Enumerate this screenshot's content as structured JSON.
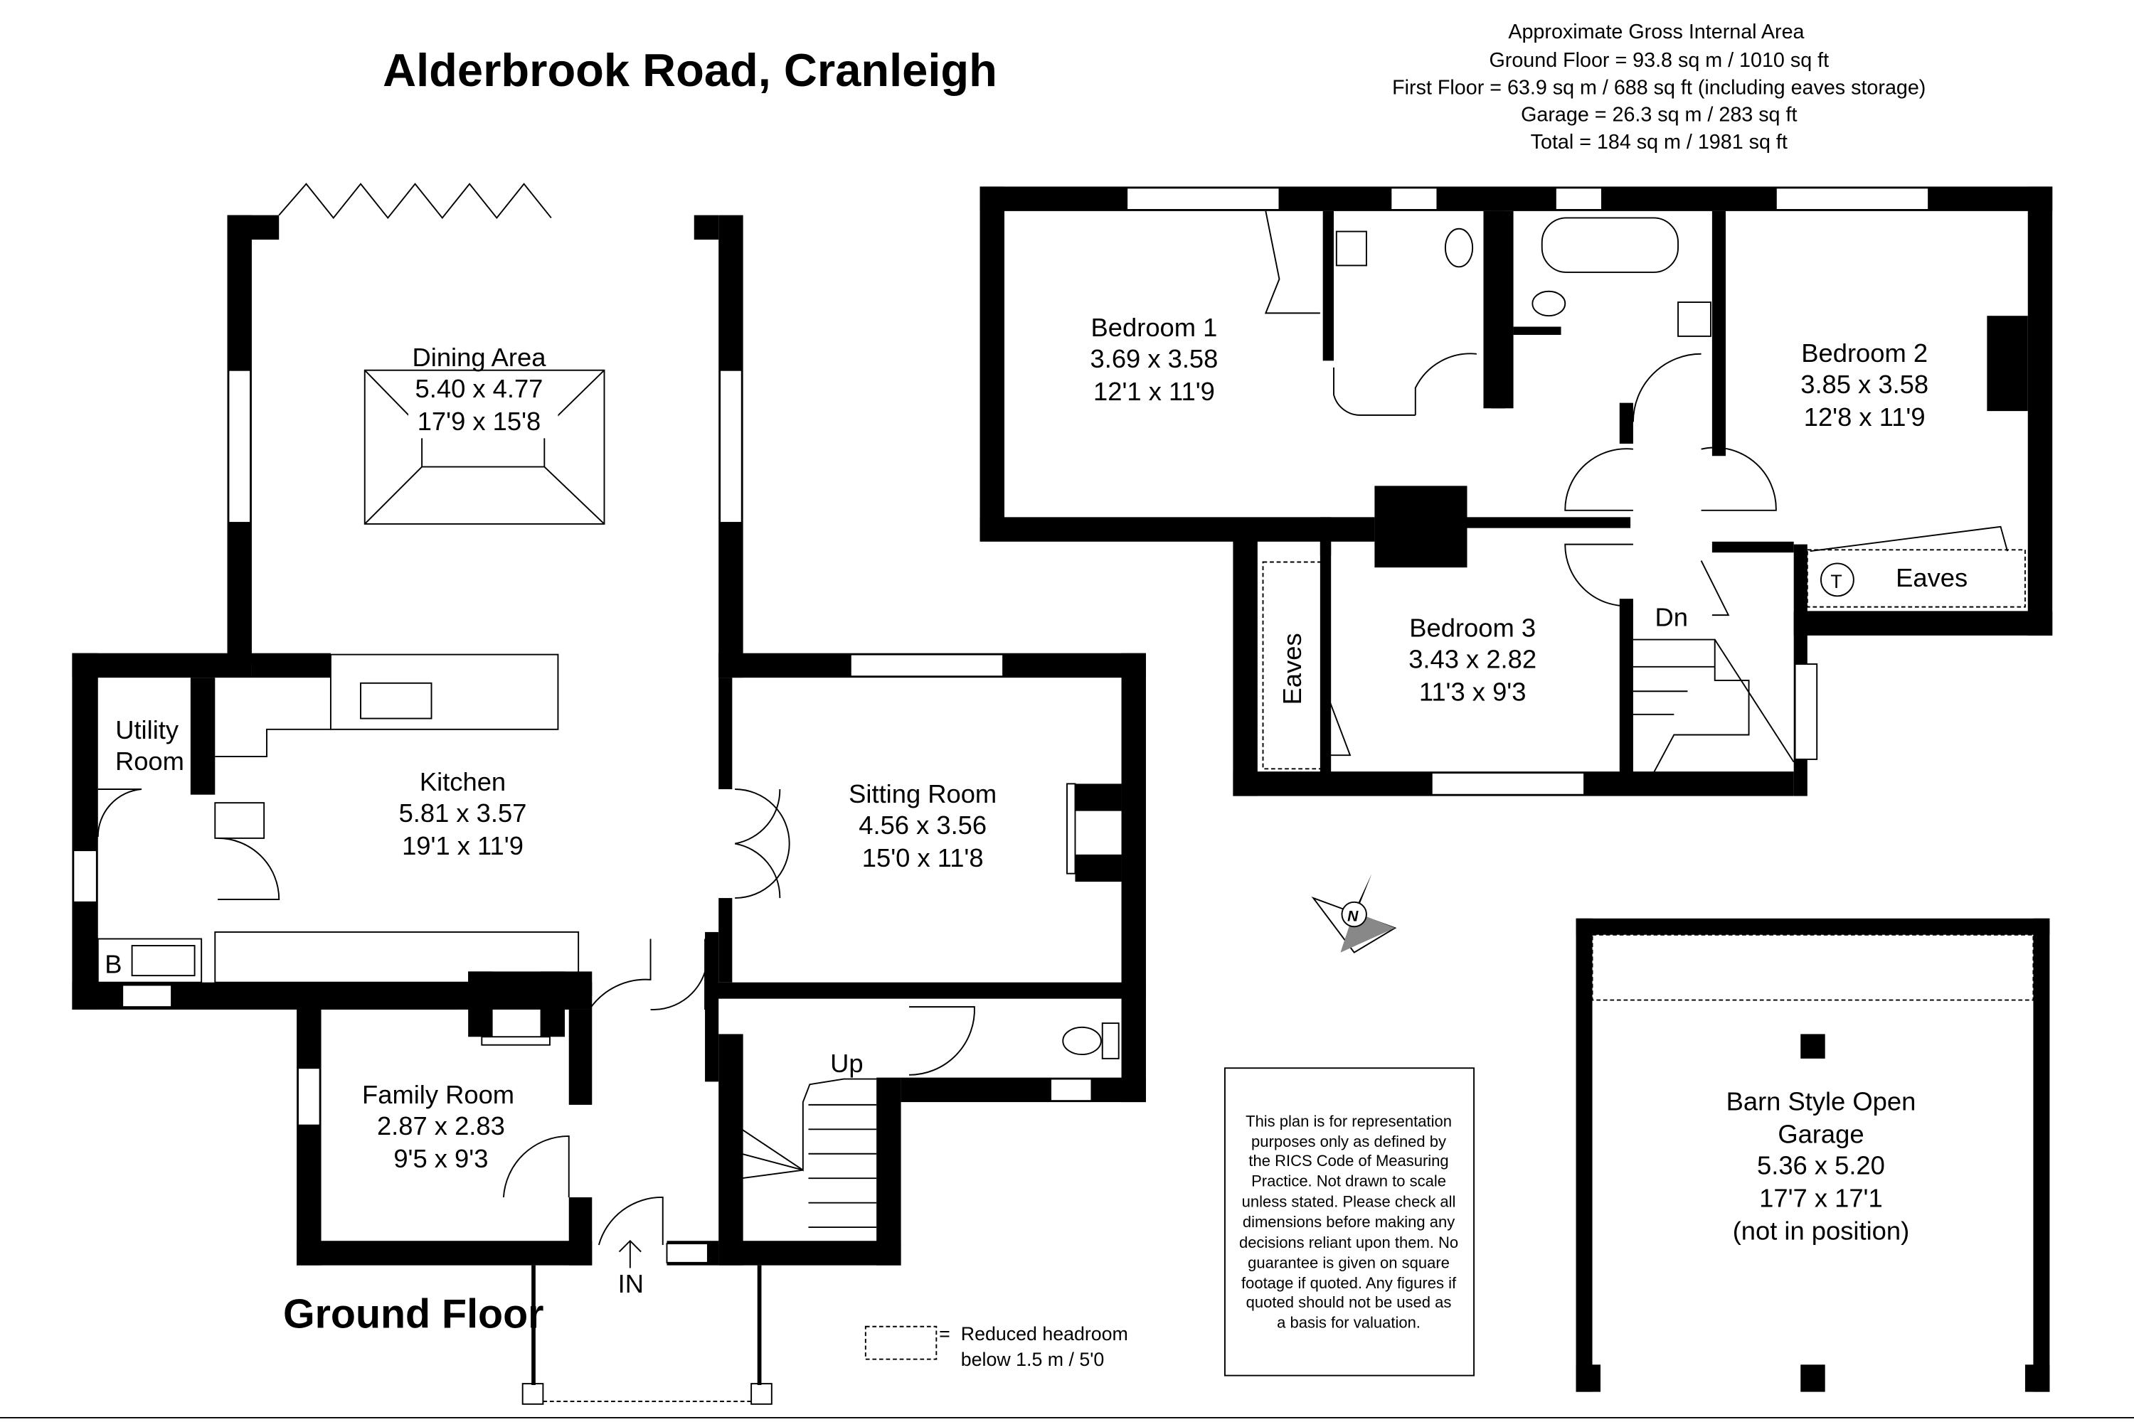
{
  "title": "Alderbrook Road, Cranleigh",
  "area_summary": {
    "heading": "Approximate Gross Internal Area",
    "lines": [
      "Ground Floor = 93.8 sq m / 1010 sq ft",
      "First Floor = 63.9 sq m / 688 sq ft (including eaves storage)",
      "Garage = 26.3 sq m / 283 sq ft",
      "Total = 184 sq m / 1981 sq ft"
    ]
  },
  "ground_floor": {
    "label": "Ground Floor",
    "rooms": {
      "dining": {
        "name": "Dining Area",
        "metric": "5.40 x 4.77",
        "imperial": "17'9 x 15'8"
      },
      "utility": {
        "name1": "Utility",
        "name2": "Room"
      },
      "kitchen": {
        "name": "Kitchen",
        "metric": "5.81 x 3.57",
        "imperial": "19'1 x 11'9"
      },
      "sitting": {
        "name": "Sitting Room",
        "metric": "4.56 x 3.56",
        "imperial": "15'0 x 11'8"
      },
      "family": {
        "name": "Family Room",
        "metric": "2.87 x 2.83",
        "imperial": "9'5 x 9'3"
      }
    },
    "boiler": "B",
    "stairs_up": "Up",
    "entrance": "IN"
  },
  "first_floor": {
    "rooms": {
      "bed1": {
        "name": "Bedroom 1",
        "metric": "3.69 x 3.58",
        "imperial": "12'1 x 11'9"
      },
      "bed2": {
        "name": "Bedroom 2",
        "metric": "3.85 x 3.58",
        "imperial": "12'8 x 11'9"
      },
      "bed3": {
        "name": "Bedroom 3",
        "metric": "3.43 x 2.82",
        "imperial": "11'3 x 9'3"
      },
      "eaves_left": "Eaves",
      "eaves_right": "Eaves",
      "tank": "T"
    },
    "stairs_down": "Dn"
  },
  "garage": {
    "lines": [
      "Barn Style Open",
      "Garage",
      "5.36 x 5.20",
      "17'7 x 17'1",
      "(not in position)"
    ]
  },
  "compass": "N",
  "disclaimer": [
    "This plan is for representation",
    "purposes only as defined by",
    "the RICS Code of Measuring",
    "Practice. Not drawn to scale",
    "unless stated. Please check all",
    "dimensions before making any",
    "decisions reliant upon them. No",
    "guarantee is given on square",
    "footage if quoted. Any figures if",
    "quoted should not be used as",
    "a basis for valuation."
  ],
  "legend": {
    "symbol": "=",
    "line1": "Reduced headroom",
    "line2": "below 1.5 m / 5'0"
  }
}
